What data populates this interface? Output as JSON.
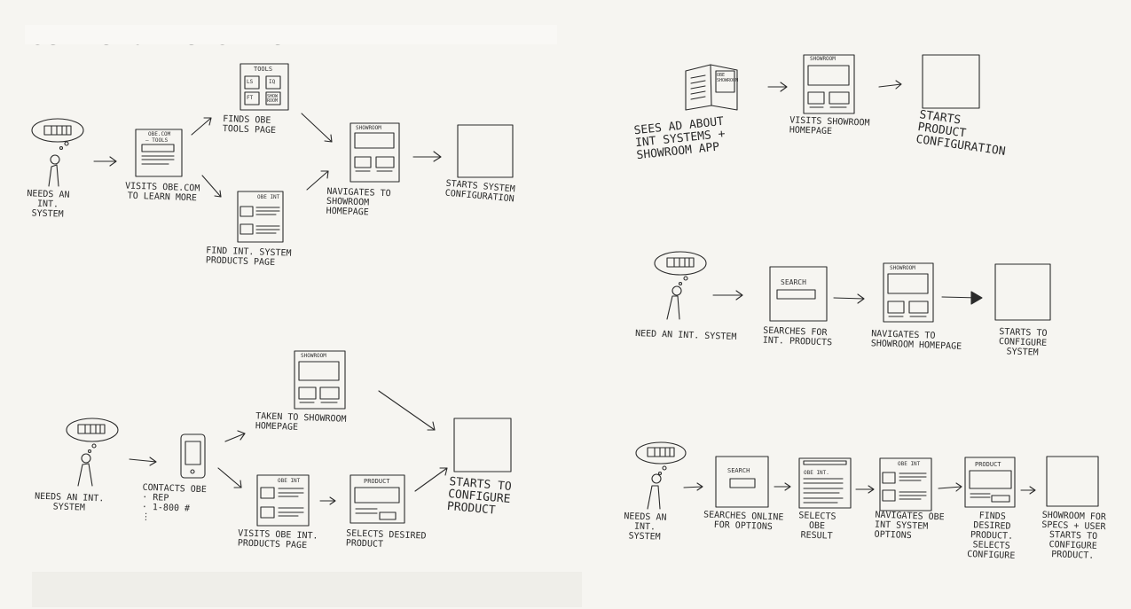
{
  "title": "USER STORY STUDIES",
  "story1": {
    "persona": "NEEDS AN\nINT. SYSTEM",
    "visit_site": "VISITS OBE.COM\nTO LEARN MORE",
    "screen_site_logo": "OBE.COM",
    "screen_site_link": "— TOOLS",
    "tools_header": "TOOLS",
    "tools_cells": [
      "LS",
      "IQ",
      "FT",
      "SHOW ROOM"
    ],
    "finds_tools": "FINDS OBE\nTOOLS PAGE",
    "screen_int": "OBE INT",
    "find_products": "FIND  INT. SYSTEM\nPRODUCTS PAGE",
    "screen_showroom": "SHOWROOM",
    "navigates": "NAVIGATES TO\nSHOWROOM\nHOMEPAGE",
    "starts": "STARTS SYSTEM\nCONFIGURATION"
  },
  "story2": {
    "screen_magazine": "OBE SHOWROOM",
    "sees_ad": "SEES AD ABOUT\nINT SYSTEMS +\nSHOWROOM APP",
    "screen_showroom": "SHOWROOM",
    "visits_showroom": "VISITS SHOWROOM\nHOMEPAGE",
    "starts": "STARTS\nPRODUCT\nCONFIGURATION"
  },
  "story3": {
    "persona": "NEED AN INT. SYSTEM",
    "search_label": "SEARCH",
    "searches": "SEARCHES FOR\nINT. PRODUCTS",
    "screen_showroom": "SHOWROOM",
    "navigates": "NAVIGATES TO\nSHOWROOM HOMEPAGE",
    "starts": "STARTS TO\nCONFIGURE\nSYSTEM"
  },
  "story4": {
    "persona": "NEEDS AN INT.\nSYSTEM",
    "contacts": "CONTACTS OBE\n· REP\n· 1-800 #\n  ⋮",
    "screen_showroom": "SHOWROOM",
    "taken_to": "TAKEN TO SHOWROOM\nHOMEPAGE",
    "screen_int": "OBE INT",
    "visits_products": "VISITS OBE INT.\nPRODUCTS PAGE",
    "screen_product": "PRODUCT",
    "selects": "SELECTS DESIRED\nPRODUCT",
    "starts": "STARTS TO\nCONFIGURE\nPRODUCT"
  },
  "story5": {
    "persona": "NEEDS AN\nINT. SYSTEM",
    "search_label": "SEARCH",
    "searches_online": "SEARCHES ONLINE\nFOR OPTIONS",
    "screen_results": "OBE INT.",
    "selects_result": "SELECTS\nOBE\nRESULT",
    "screen_int": "OBE INT",
    "navigates": "NAVIGATES OBE\nINT SYSTEM\nOPTIONS",
    "screen_product": "PRODUCT",
    "finds_product": "FINDS DESIRED\nPRODUCT.\nSELECTS\nCONFIGURE",
    "showroom": "SHOWROOM FOR\nSPECS + USER\nSTARTS TO\nCONFIGURE\nPRODUCT."
  }
}
